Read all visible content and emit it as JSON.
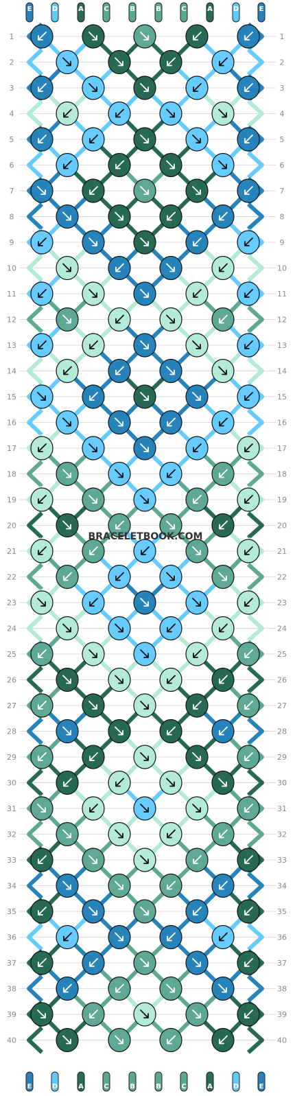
{
  "strand_labels": [
    "E",
    "D",
    "A",
    "C",
    "B",
    "B",
    "C",
    "A",
    "D",
    "E"
  ],
  "strand_colors": {
    "A": "#2a6b55",
    "B": "#5ca792",
    "C": "#5ca792",
    "D": "#62c9fb",
    "E": "#2b7fb6"
  },
  "colors": {
    "blue": "#2784ba",
    "sky": "#66ccff",
    "mint": "#b3ead8",
    "teal": "#5ea894",
    "dark": "#276955"
  },
  "row_numbers": [
    "1",
    "2",
    "3",
    "4",
    "5",
    "6",
    "7",
    "8",
    "9",
    "10",
    "11",
    "12",
    "13",
    "14",
    "15",
    "16",
    "17",
    "18",
    "19",
    "20",
    "21",
    "22",
    "23",
    "24",
    "25",
    "26",
    "27",
    "28",
    "29",
    "30",
    "31",
    "32",
    "33",
    "34",
    "35",
    "36",
    "37",
    "38",
    "39",
    "40"
  ],
  "watermark": "BRACELETBOOK.COM",
  "rows": [
    [
      "blue:sw",
      "dark:se",
      "teal:se",
      "dark:sw",
      "blue:sw"
    ],
    [
      "sky:se",
      "dark:se",
      "dark:sw",
      "sky:sw"
    ],
    [
      "blue:sw",
      "sky:se",
      "dark:se",
      "sky:sw",
      "blue:sw"
    ],
    [
      "mint:sw",
      "sky:sw",
      "sky:se",
      "mint:se"
    ],
    [
      "blue:sw",
      "sky:sw",
      "dark:se",
      "sky:se",
      "blue:sw"
    ],
    [
      "sky:sw",
      "dark:sw",
      "dark:se",
      "sky:se"
    ],
    [
      "blue:se",
      "dark:sw",
      "teal:se",
      "dark:se",
      "blue:sw"
    ],
    [
      "blue:se",
      "dark:se",
      "dark:sw",
      "blue:sw"
    ],
    [
      "sky:sw",
      "blue:se",
      "dark:se",
      "blue:sw",
      "sky:sw"
    ],
    [
      "mint:se",
      "blue:sw",
      "blue:se",
      "mint:sw"
    ],
    [
      "sky:sw",
      "mint:se",
      "blue:se",
      "mint:sw",
      "sky:sw"
    ],
    [
      "teal:se",
      "mint:sw",
      "mint:se",
      "teal:sw"
    ],
    [
      "sky:sw",
      "mint:sw",
      "blue:se",
      "mint:se",
      "sky:sw"
    ],
    [
      "mint:sw",
      "blue:sw",
      "blue:se",
      "mint:se"
    ],
    [
      "sky:se",
      "blue:sw",
      "dark:se",
      "blue:se",
      "sky:sw"
    ],
    [
      "sky:se",
      "blue:se",
      "blue:sw",
      "sky:sw"
    ],
    [
      "mint:sw",
      "sky:se",
      "blue:se",
      "sky:sw",
      "mint:sw"
    ],
    [
      "teal:se",
      "sky:se",
      "sky:sw",
      "teal:sw"
    ],
    [
      "mint:sw",
      "teal:se",
      "sky:se",
      "teal:sw",
      "mint:sw"
    ],
    [
      "dark:se",
      "teal:sw",
      "teal:se",
      "dark:sw"
    ],
    [
      "mint:sw",
      "teal:sw",
      "sky:sw",
      "teal:se",
      "mint:sw"
    ],
    [
      "teal:sw",
      "sky:sw",
      "sky:se",
      "teal:se"
    ],
    [
      "mint:se",
      "sky:sw",
      "blue:se",
      "sky:se",
      "mint:sw"
    ],
    [
      "mint:se",
      "sky:se",
      "sky:sw",
      "mint:sw"
    ],
    [
      "teal:sw",
      "mint:se",
      "sky:se",
      "mint:sw",
      "teal:sw"
    ],
    [
      "dark:se",
      "mint:se",
      "mint:sw",
      "dark:sw"
    ],
    [
      "teal:sw",
      "dark:se",
      "mint:se",
      "dark:sw",
      "teal:sw"
    ],
    [
      "blue:se",
      "dark:se",
      "dark:sw",
      "blue:sw"
    ],
    [
      "teal:sw",
      "dark:sw",
      "mint:se",
      "dark:se",
      "teal:sw"
    ],
    [
      "dark:sw",
      "mint:sw",
      "mint:se",
      "dark:se"
    ],
    [
      "teal:se",
      "mint:sw",
      "sky:se",
      "mint:se",
      "teal:sw"
    ],
    [
      "teal:se",
      "mint:se",
      "mint:sw",
      "teal:sw"
    ],
    [
      "dark:sw",
      "teal:se",
      "mint:se",
      "teal:sw",
      "dark:sw"
    ],
    [
      "blue:se",
      "teal:se",
      "teal:sw",
      "blue:sw"
    ],
    [
      "dark:sw",
      "blue:se",
      "teal:se",
      "blue:sw",
      "dark:sw"
    ],
    [
      "sky:sw",
      "blue:se",
      "blue:sw",
      "sky:sw"
    ],
    [
      "dark:sw",
      "blue:sw",
      "teal:se",
      "blue:se",
      "dark:sw"
    ],
    [
      "blue:sw",
      "teal:sw",
      "teal:se",
      "blue:se"
    ],
    [
      "dark:se",
      "teal:sw",
      "mint:se",
      "teal:se",
      "dark:sw"
    ],
    [
      "dark:se",
      "teal:se",
      "teal:sw",
      "dark:sw"
    ]
  ]
}
